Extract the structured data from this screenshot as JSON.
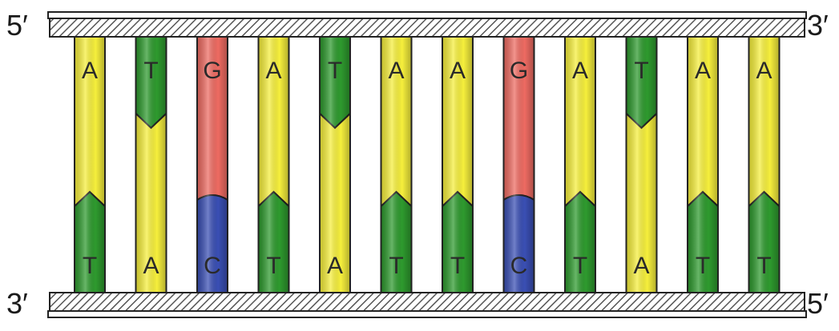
{
  "strand_ends": {
    "top_left": "5′",
    "top_right": "3′",
    "bottom_left": "3′",
    "bottom_right": "5′"
  },
  "base_pairs": [
    {
      "top": "A",
      "bottom": "T"
    },
    {
      "top": "T",
      "bottom": "A"
    },
    {
      "top": "G",
      "bottom": "C"
    },
    {
      "top": "A",
      "bottom": "T"
    },
    {
      "top": "T",
      "bottom": "A"
    },
    {
      "top": "A",
      "bottom": "T"
    },
    {
      "top": "A",
      "bottom": "T"
    },
    {
      "top": "G",
      "bottom": "C"
    },
    {
      "top": "A",
      "bottom": "T"
    },
    {
      "top": "T",
      "bottom": "A"
    },
    {
      "top": "A",
      "bottom": "T"
    },
    {
      "top": "A",
      "bottom": "T"
    }
  ],
  "base_colors": {
    "A": "#f6ef3c",
    "T": "#2e9a2e",
    "G": "#ee6b62",
    "C": "#3a4fb4"
  }
}
